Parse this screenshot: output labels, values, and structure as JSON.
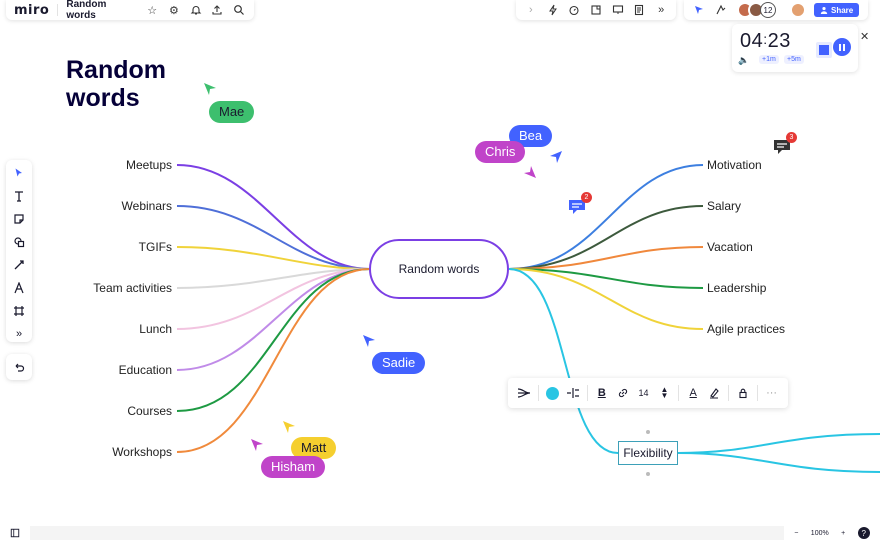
{
  "app": {
    "logo": "miro",
    "board_name": "Random words"
  },
  "topbar_right": {
    "avatar_count": "12",
    "share_label": "Share"
  },
  "board": {
    "title_line1": "Random",
    "title_line2": "words"
  },
  "mindmap": {
    "root": "Random words",
    "left_branches": [
      {
        "label": "Meetups",
        "color": "#7b3fe4"
      },
      {
        "label": "Webinars",
        "color": "#4f6fd8"
      },
      {
        "label": "TGIFs",
        "color": "#f0d33a"
      },
      {
        "label": "Team activities",
        "color": "#d9d9d9"
      },
      {
        "label": "Lunch",
        "color": "#f2c4e0"
      },
      {
        "label": "Education",
        "color": "#c08be8"
      },
      {
        "label": "Courses",
        "color": "#1e9a43"
      },
      {
        "label": "Workshops",
        "color": "#f08a3c"
      }
    ],
    "right_branches": [
      {
        "label": "Motivation",
        "color": "#3d7fe0"
      },
      {
        "label": "Salary",
        "color": "#3d5a3d"
      },
      {
        "label": "Vacation",
        "color": "#f0883c"
      },
      {
        "label": "Leadership",
        "color": "#1e9a43"
      },
      {
        "label": "Agile practices",
        "color": "#f0d33a"
      }
    ],
    "selected_node": "Flexibility",
    "selected_color": "#29c5e3"
  },
  "cursors": [
    {
      "name": "Mae",
      "color": "#3dbf6e"
    },
    {
      "name": "Bea",
      "color": "#4262ff"
    },
    {
      "name": "Chris",
      "color": "#c044c9"
    },
    {
      "name": "Sadie",
      "color": "#4262ff"
    },
    {
      "name": "Matt",
      "color": "#f5cf2f"
    },
    {
      "name": "Hisham",
      "color": "#c044c9"
    }
  ],
  "comments": [
    {
      "count": "2",
      "color": "#4262ff"
    },
    {
      "count": "3",
      "color": "#333333"
    }
  ],
  "timer": {
    "minutes": "04",
    "seconds": "23",
    "add1": "+1m",
    "add5": "+5m"
  },
  "context_toolbar": {
    "font_size": "14"
  },
  "zoom": {
    "level": "100%",
    "minus": "−",
    "plus": "+",
    "help": "?"
  }
}
